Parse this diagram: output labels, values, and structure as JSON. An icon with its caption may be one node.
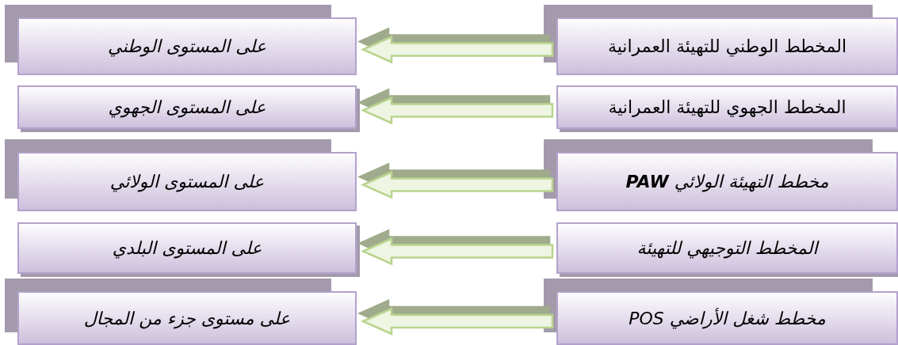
{
  "diagram": {
    "nodes": [
      {
        "text": [
          "المخطط الوطني للتهيئة العمرانية"
        ]
      },
      {
        "text": [
          "على المستوى الوطني"
        ]
      },
      {
        "text": [
          "المخطط الجهوي للتهيئة العمرانية"
        ]
      },
      {
        "text": [
          "على المستوى الجهوي"
        ]
      },
      {
        "text": [
          "مخطط التهيئة الولائي **PAW**"
        ]
      },
      {
        "text": [
          "على المستوى الولائي"
        ]
      },
      {
        "text": [
          "المخطط التوجيهي للتهيئة"
        ]
      },
      {
        "text": [
          "على المستوى البلدي"
        ]
      },
      {
        "text": [
          "مخطط شغل الأراضي POS"
        ]
      },
      {
        "text": [
          "على مستوى جزء من المجال"
        ]
      }
    ],
    "edges": [
      {
        "from": 0,
        "to": 1,
        "arrow": "to"
      },
      {
        "from": 2,
        "to": 3,
        "arrow": "to"
      },
      {
        "from": 4,
        "to": 5,
        "arrow": "to"
      },
      {
        "from": 6,
        "to": 7,
        "arrow": "to"
      },
      {
        "from": 8,
        "to": 9,
        "arrow": "to"
      }
    ]
  }
}
